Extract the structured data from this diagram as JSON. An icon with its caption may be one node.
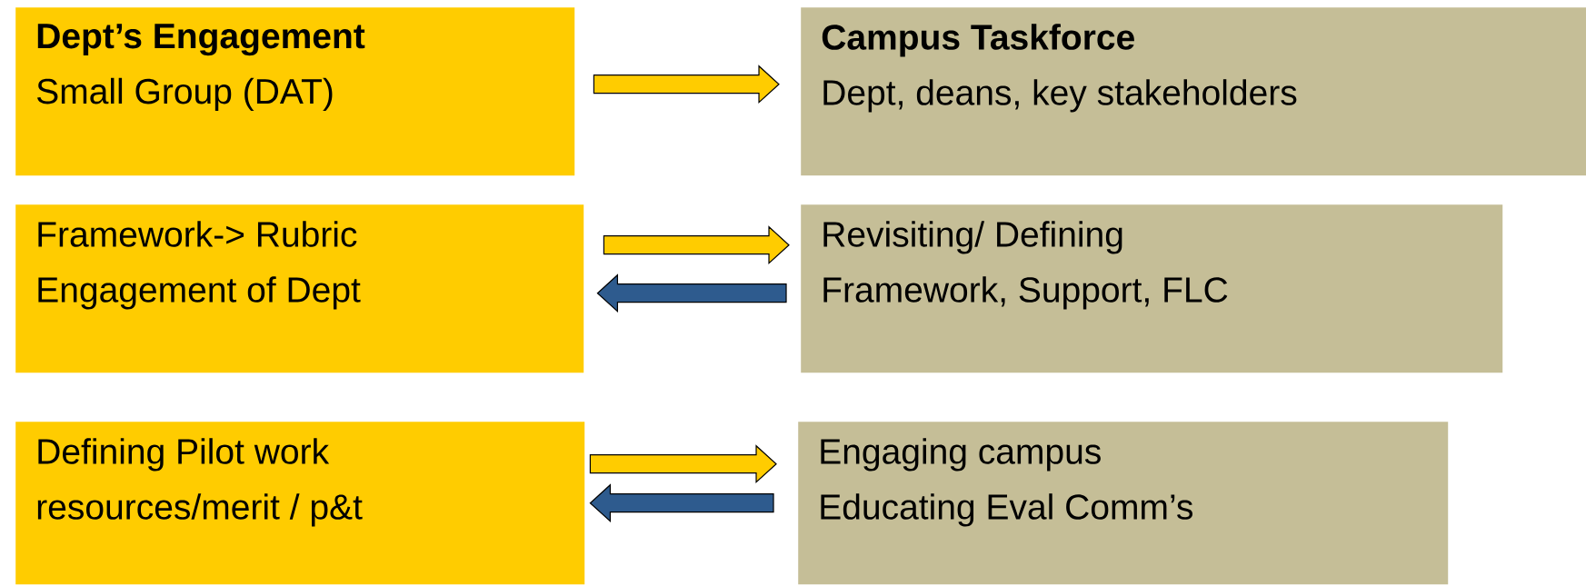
{
  "diagram": {
    "nodes": [
      {
        "text": [
          "Dept’s Engagement",
          "Small Group (DAT)"
        ]
      },
      {
        "text": [
          "Campus Taskforce",
          "Dept, deans, key stakeholders"
        ]
      },
      {
        "text": [
          "Framework-> Rubric",
          "Engagement of Dept"
        ]
      },
      {
        "text": [
          "Revisiting/ Defining",
          "Framework, Support, FLC"
        ]
      },
      {
        "text": [
          "Defining Pilot work",
          "resources/merit / p&t"
        ]
      },
      {
        "text": [
          "Engaging campus",
          "Educating Eval Comm’s"
        ]
      }
    ],
    "edges": [
      {
        "from": 0,
        "to": 1,
        "arrow": "to"
      },
      {
        "from": 2,
        "to": 3,
        "arrow": "to"
      },
      {
        "from": 3,
        "to": 2,
        "arrow": "to",
        "color": "#2e5b8e"
      },
      {
        "from": 4,
        "to": 5,
        "arrow": "to"
      },
      {
        "from": 5,
        "to": 4,
        "arrow": "to",
        "color": "#2e5b8e"
      }
    ]
  }
}
